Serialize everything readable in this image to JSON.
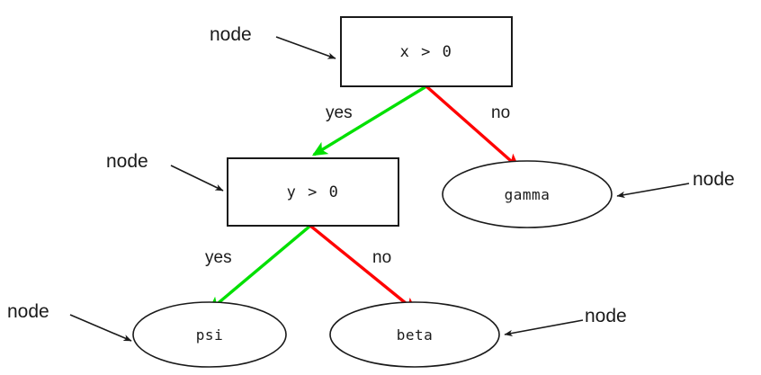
{
  "diagram": {
    "type": "decision-tree",
    "background_color": "#ffffff",
    "colors": {
      "yes_edge": "#00e000",
      "no_edge": "#ff0000",
      "outline": "#1a1a1a",
      "text": "#1a1a1a",
      "fill": "#ffffff"
    },
    "decision_nodes": [
      {
        "id": "root",
        "label": "x > 0",
        "shape": "rectangle"
      },
      {
        "id": "second",
        "label": "y > 0",
        "shape": "rectangle"
      }
    ],
    "leaf_nodes": [
      {
        "id": "gamma",
        "label": "gamma",
        "shape": "ellipse"
      },
      {
        "id": "psi",
        "label": "psi",
        "shape": "ellipse"
      },
      {
        "id": "beta",
        "label": "beta",
        "shape": "ellipse"
      }
    ],
    "edges": [
      {
        "from": "root",
        "to": "second",
        "label": "yes",
        "color": "#00e000"
      },
      {
        "from": "root",
        "to": "gamma",
        "label": "no",
        "color": "#ff0000"
      },
      {
        "from": "second",
        "to": "psi",
        "label": "yes",
        "color": "#00e000"
      },
      {
        "from": "second",
        "to": "beta",
        "label": "no",
        "color": "#ff0000"
      }
    ],
    "annotations": [
      {
        "id": "annot-root",
        "label": "node",
        "target": "root"
      },
      {
        "id": "annot-second",
        "label": "node",
        "target": "second"
      },
      {
        "id": "annot-gamma",
        "label": "node",
        "target": "gamma"
      },
      {
        "id": "annot-psi",
        "label": "node",
        "target": "psi"
      },
      {
        "id": "annot-beta",
        "label": "node",
        "target": "beta"
      }
    ]
  }
}
